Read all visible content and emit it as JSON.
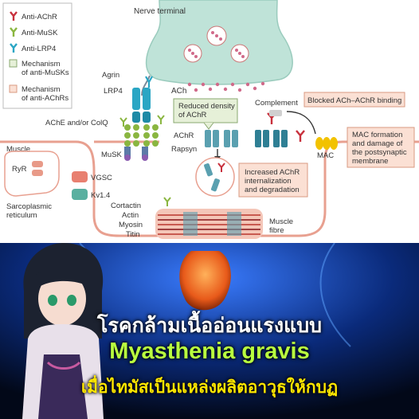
{
  "legend": {
    "anti_achr": "Anti-AChR",
    "anti_musk": "Anti-MuSK",
    "anti_lrp4": "Anti-LRP4",
    "mech_musk": "Mechanism\nof anti-MuSKs",
    "mech_achr": "Mechanism\nof anti-AChRs"
  },
  "labels": {
    "nerve_terminal": "Nerve terminal",
    "ach": "ACh",
    "agrin": "Agrin",
    "lrp4": "LRP4",
    "ache_colq": "AChE and/or ColQ",
    "muscle": "Muscle",
    "musk": "MuSK",
    "ryr": "RyR",
    "sarcoplasmic": "Sarcoplasmic\nreticulum",
    "vgsc": "VGSC",
    "kv14": "Kv1.4",
    "cortactin": "Cortactin",
    "actin": "Actin",
    "myosin": "Myosin",
    "titin": "Titin",
    "muscle_fibre": "Muscle\nfibre",
    "reduced_density": "Reduced density\nof AChR",
    "achr": "AChR",
    "rapsyn": "Rapsyn",
    "increased_internalization": "Increased AChR\ninternalization\nand degradation",
    "complement": "Complement",
    "blocked_binding": "Blocked ACh–AChR binding",
    "mac": "MAC",
    "mac_formation": "MAC formation\nand damage of\nthe postsynaptic\nmembrane"
  },
  "banner": {
    "line1": "โรคกล้ามเนื้ออ่อนแรงแบบ",
    "line2": "Myasthenia gravis",
    "line3": "เมื่อไทมัสเป็นแหล่งผลิตอาวุธให้กบฏ"
  },
  "colors": {
    "anti_achr": "#c8303c",
    "anti_musk": "#8ab640",
    "anti_lrp4": "#2aa6c4",
    "nerve": "#bfe3d8",
    "muscle_line": "#e8a090",
    "callout_green_bg": "#e6f0d8",
    "callout_orange_bg": "#fbe0d4",
    "banner_line1": "#ffffff",
    "banner_line2": "#b9ff3f",
    "banner_line3": "#ffe600"
  }
}
